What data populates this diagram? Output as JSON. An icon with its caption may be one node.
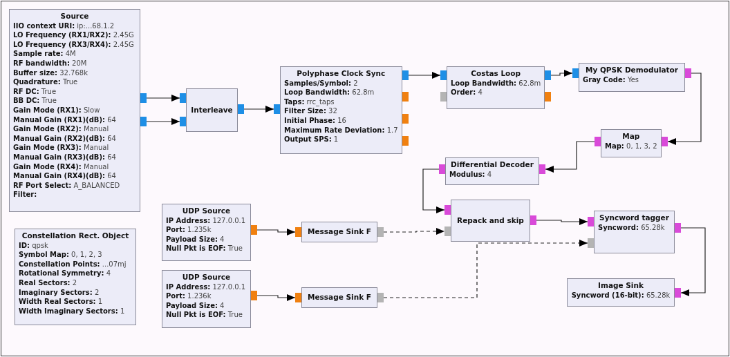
{
  "diagram": {
    "nodes": [
      {
        "text": [
          "Source",
          "**IIO context URI:** ip:...68.1.2",
          "**LO Frequency (RX1/RX2):** 2.45G",
          "**LO Frequency (RX3/RX4):** 2.45G",
          "**Sample rate:** 4M",
          "**RF bandwidth:** 20M",
          "**Buffer size:** 32.768k",
          "**Quadrature:** True",
          "**RF DC:** True",
          "**BB DC:** True",
          "**Gain Mode (RX1):** Slow",
          "**Manual Gain (RX1)(dB):** 64",
          "**Gain Mode (RX2):** Manual",
          "**Manual Gain (RX2)(dB):** 64",
          "**Gain Mode (RX3):** Manual",
          "**Manual Gain (RX3)(dB):** 64",
          "**Gain Mode (RX4):** Manual",
          "**Manual Gain (RX4)(dB):** 64",
          "**RF Port Select:** A_BALANCED",
          "**Filter:**"
        ]
      },
      {
        "text": [
          "Interleave"
        ]
      },
      {
        "text": [
          "Polyphase Clock Sync",
          "**Samples/Symbol:** 2",
          "**Loop Bandwidth:** 62.8m",
          "**Taps:** rrc_taps",
          "**Filter Size:** 32",
          "**Initial Phase:** 16",
          "**Maximum Rate Deviation:** 1.7",
          "**Output SPS:** 1"
        ]
      },
      {
        "text": [
          "Costas Loop",
          "**Loop Bandwidth:** 62.8m",
          "**Order:** 4"
        ]
      },
      {
        "text": [
          "My QPSK Demodulator",
          "**Gray Code:** Yes"
        ]
      },
      {
        "text": [
          "Map",
          "**Map:** 0, 1, 3, 2"
        ]
      },
      {
        "text": [
          "Differential Decoder",
          "**Modulus:** 4"
        ]
      },
      {
        "text": [
          "UDP Source",
          "**IP Address:** 127.0.0.1",
          "**Port:** 1.235k",
          "**Payload Size:** 4",
          "**Null Pkt is EOF:** True"
        ]
      },
      {
        "text": [
          "Message Sink F"
        ]
      },
      {
        "text": [
          "Repack and skip"
        ]
      },
      {
        "text": [
          "Syncword tagger",
          "**Syncword:** 65.28k"
        ]
      },
      {
        "text": [
          "Constellation Rect. Object",
          "**ID:** qpsk",
          "**Symbol Map:** 0, 1, 2, 3",
          "**Constellation Points:** ...07mj",
          "**Rotational Symmetry:** 4",
          "**Real Sectors:** 2",
          "**Imaginary Sectors:** 2",
          "**Width Real Sectors:** 1",
          "**Width Imaginary Sectors:** 1"
        ]
      },
      {
        "text": [
          "UDP Source",
          "**IP Address:** 127.0.0.1",
          "**Port:** 1.236k",
          "**Payload Size:** 4",
          "**Null Pkt is EOF:** True"
        ]
      },
      {
        "text": [
          "Message Sink F"
        ]
      },
      {
        "text": [
          "Image Sink",
          "**Syncword (16-bit):** 65.28k"
        ]
      }
    ],
    "edges": [
      {
        "from": 0,
        "to": 1,
        "arrow": "to"
      },
      {
        "from": 0,
        "to": 1,
        "arrow": "to"
      },
      {
        "from": 1,
        "to": 2,
        "arrow": "to"
      },
      {
        "from": 2,
        "to": 3,
        "arrow": "to"
      },
      {
        "from": 3,
        "to": 4,
        "arrow": "to"
      },
      {
        "from": 4,
        "to": 5,
        "arrow": "to"
      },
      {
        "from": 5,
        "to": 6,
        "arrow": "to"
      },
      {
        "from": 6,
        "to": 9,
        "arrow": "to"
      },
      {
        "from": 7,
        "to": 8,
        "arrow": "to"
      },
      {
        "from": 8,
        "to": 9,
        "arrow": "to",
        "style": "dashed"
      },
      {
        "from": 9,
        "to": 10,
        "arrow": "to"
      },
      {
        "from": 13,
        "to": 10,
        "arrow": "to",
        "style": "dashed"
      },
      {
        "from": 10,
        "to": 14,
        "arrow": "to"
      },
      {
        "from": 12,
        "to": 13,
        "arrow": "to"
      }
    ]
  }
}
